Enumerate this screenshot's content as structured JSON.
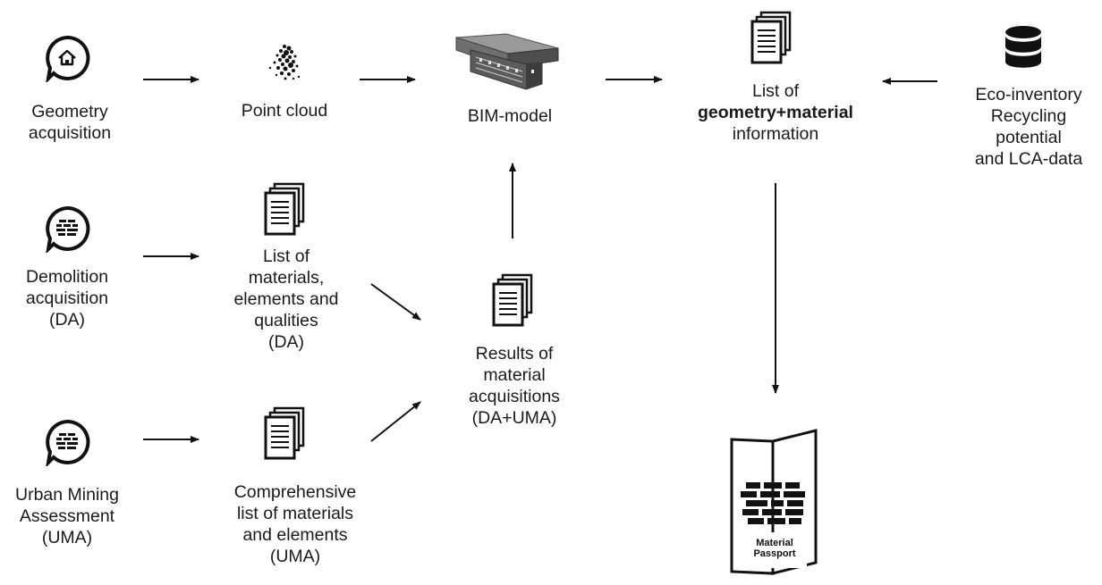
{
  "sources": {
    "geometry": {
      "line1": "Geometry",
      "line2": "acquisition",
      "icon": "home-pin-icon"
    },
    "demolition": {
      "line1": "Demolition",
      "line2": "acquisition",
      "line3": "(DA)",
      "icon": "brick-wall-pin-icon"
    },
    "urban_mining": {
      "line1": "Urban Mining",
      "line2": "Assessment",
      "line3": "(UMA)",
      "icon": "brick-wall-pin-icon"
    }
  },
  "point_cloud": {
    "label": "Point cloud",
    "icon": "point-cloud-icon"
  },
  "bim_model": {
    "label": "BIM-model",
    "icon": "building-3d-icon"
  },
  "list_da": {
    "line1": "List of",
    "line2": "materials,",
    "line3": "elements and",
    "line4": "qualities",
    "line5": "(DA)",
    "icon": "documents-icon"
  },
  "list_uma": {
    "line1": "Comprehensive",
    "line2": "list of materials",
    "line3": "and elements",
    "line4": "(UMA)",
    "icon": "documents-icon"
  },
  "results": {
    "line1": "Results of",
    "line2": "material",
    "line3": "acquisitions",
    "line4": "(DA+UMA)",
    "icon": "documents-icon"
  },
  "geo_material": {
    "line1": "List of",
    "line2": "geometry+material",
    "line3": "information",
    "icon": "documents-icon"
  },
  "eco": {
    "line1": "Eco-inventory",
    "line2": "Recycling",
    "line3": "potential",
    "line4": "and LCA-data",
    "icon": "database-icon"
  },
  "passport": {
    "line1": "Material",
    "line2": "Passport",
    "icon": "material-passport-icon"
  }
}
